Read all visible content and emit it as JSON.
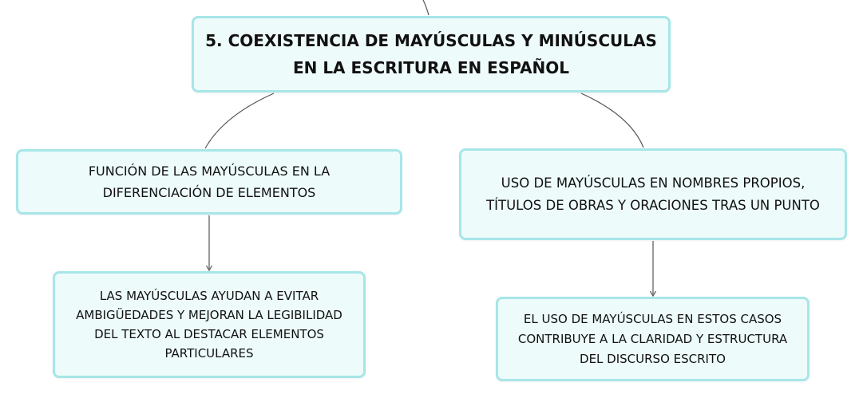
{
  "diagram": {
    "root": {
      "lines": [
        "5. COEXISTENCIA DE MAYÚSCULAS Y MINÚSCULAS",
        "EN LA ESCRITURA EN ESPAÑOL"
      ]
    },
    "left": {
      "lines": [
        "FUNCIÓN DE LAS MAYÚSCULAS EN LA",
        "DIFERENCIACIÓN DE ELEMENTOS"
      ]
    },
    "right": {
      "lines": [
        "USO DE MAYÚSCULAS EN NOMBRES PROPIOS,",
        "TÍTULOS DE OBRAS Y ORACIONES TRAS UN PUNTO"
      ]
    },
    "left_child": {
      "lines": [
        "LAS MAYÚSCULAS AYUDAN A EVITAR",
        "AMBIGÜEDADES Y MEJORAN LA LEGIBILIDAD",
        "DEL TEXTO AL DESTACAR ELEMENTOS",
        "PARTICULARES"
      ]
    },
    "right_child": {
      "lines": [
        "EL USO DE MAYÚSCULAS EN ESTOS CASOS",
        "CONTRIBUYE A LA CLARIDAD Y ESTRUCTURA",
        "DEL DISCURSO ESCRITO"
      ]
    },
    "colors": {
      "node_fill": "#eefbfb",
      "node_border": "#a7e6e8",
      "connector": "#555555",
      "text": "#111111"
    }
  }
}
